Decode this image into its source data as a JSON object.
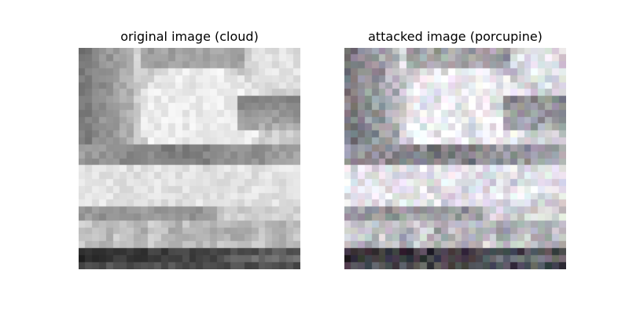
{
  "figure": {
    "left_title": "original image (cloud)",
    "right_title": "attacked image (porcupine)"
  },
  "images": {
    "left": {
      "description_icon": "grayscale-pixelated-cloud-image",
      "palette": {
        "sky_dark": "#6f6f6f",
        "cloud_light": "#e6e6e6",
        "ground_dark": "#1e1e1e"
      }
    },
    "right": {
      "description_icon": "noisy-color-pixelated-cloud-image",
      "palette": {
        "sky_dark": "#6a6d66",
        "cloud_light": "#e4e0e6",
        "ground_dark": "#1b1b1d"
      }
    }
  }
}
